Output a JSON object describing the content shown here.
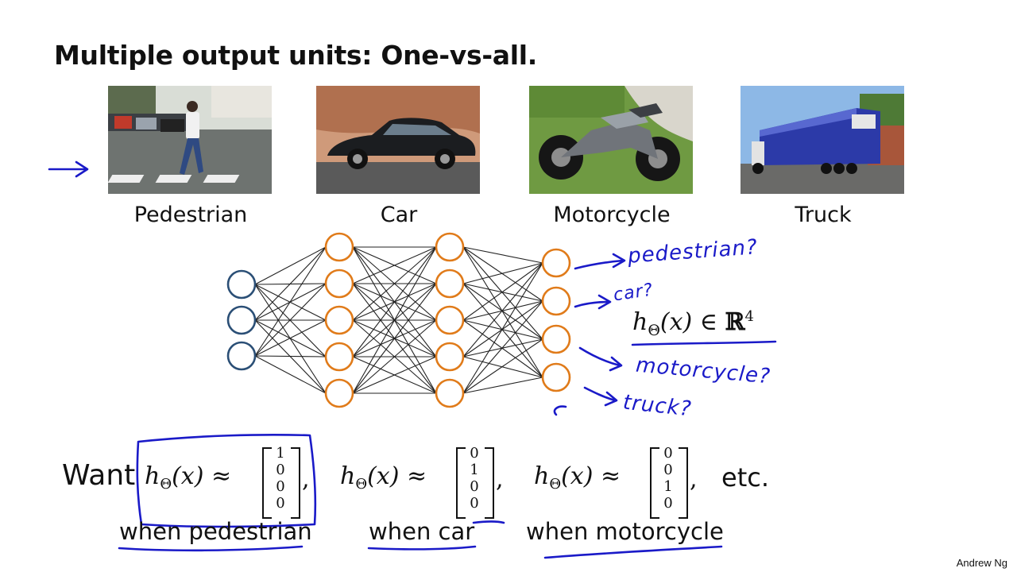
{
  "slide": {
    "title": "Multiple output units: One-vs-all.",
    "author": "Andrew Ng"
  },
  "classes": [
    "Pedestrian",
    "Car",
    "Motorcycle",
    "Truck"
  ],
  "network": {
    "layer_sizes": [
      3,
      5,
      5,
      4
    ],
    "input_color": "#2b4f76",
    "hidden_color": "#e07b1a",
    "output_color": "#e07b1a"
  },
  "output_math": {
    "h": "h",
    "theta": "Θ",
    "arg": "(x)",
    "in": "∈",
    "space": "ℝ",
    "power": "4"
  },
  "handwritten": {
    "labels": [
      "pedestrian?",
      "car?",
      "motorcycle?",
      "truck?"
    ],
    "ink_color": "#1a1ac8"
  },
  "want": {
    "word": "Want",
    "approx": "≈",
    "vectors": [
      [
        "1",
        "0",
        "0",
        "0"
      ],
      [
        "0",
        "1",
        "0",
        "0"
      ],
      [
        "0",
        "0",
        "1",
        "0"
      ]
    ],
    "comma": ",",
    "etc": "etc.",
    "when": [
      "when pedestrian",
      "when car",
      "when motorcycle"
    ]
  }
}
